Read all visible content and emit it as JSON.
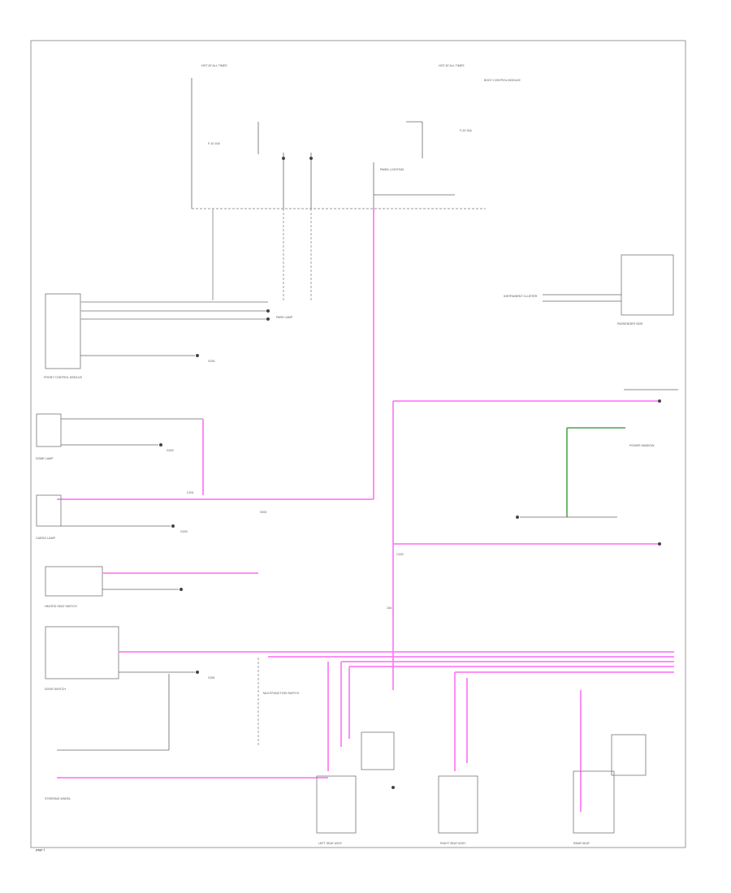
{
  "page_id": "page 1",
  "fuse": "10A",
  "labels": {
    "hot_1": "HOT AT ALL TIMES",
    "hot_2": "HOT AT ALL TIMES",
    "bcm": "BODY CONTROL MODULE",
    "fuse_a": "F-10 10A",
    "fuse_b": "F-20 15A",
    "ps_lighting": "PANEL LIGHTING",
    "front_mc": "FRONT CONTROL MODULE",
    "park_lamp": "PARK LAMP",
    "ground_a": "G201",
    "ground_b": "G202",
    "ground_c": "G203",
    "ground_d": "G301",
    "heated_seat": "HEATED SEAT SWITCH",
    "door_switch": "DOOR SWITCH",
    "c201": "C201",
    "c202": "C202",
    "lt_seat": "LEFT SEAT ASSY",
    "rt_seat": "RIGHT SEAT ASSY",
    "rear_seat": "REAR SEAT",
    "cargo_lamp": "CARGO LAMP",
    "pwr_window": "POWER WINDOW",
    "dome_lamp": "DOME LAMP",
    "steering": "STEERING WHEEL",
    "multifunction": "MULTIFUNCTION SWITCH",
    "splice": "S200",
    "instrument": "INSTRUMENT CLUSTER",
    "passenger": "PASSENGER SIDE"
  },
  "colors": {
    "pink": "#ff7ff5",
    "green": "#4ca64c",
    "black": "#444444",
    "gray": "#aaaaaa"
  }
}
